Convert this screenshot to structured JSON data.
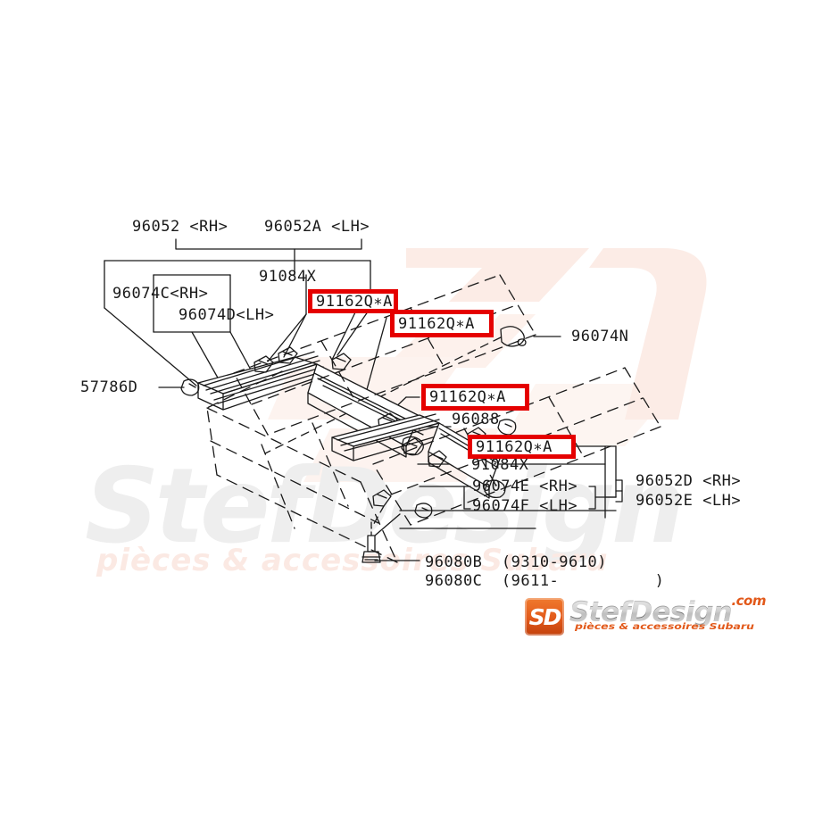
{
  "document": {
    "type": "automotive-parts-exploded-diagram",
    "subject": "Subaru sunroof / moonroof rail and bracket assembly",
    "highlight_color": "#e50000",
    "line_color": "#1a1a1a",
    "background": "#ffffff"
  },
  "labels": {
    "top_rh": "96052 <RH>",
    "top_lh": "96052A <LH>",
    "bracket_rh": "96074C<RH>",
    "bracket_lh": "96074D<LH>",
    "guide_top": "91084X",
    "left_pin": "57786D",
    "right_cable": "96074N",
    "center_part": "96088",
    "guide_bottom": "91084X",
    "lower_bracket_rh": "96074E <RH>",
    "lower_bracket_lh": "96074F <LH>",
    "assy_rh": "96052D <RH>",
    "assy_lh": "96052E <LH>",
    "screw_early": "96080B  (9310-9610)",
    "screw_late": "96080C  (9611-          )"
  },
  "highlighted": [
    {
      "id": "clip-1",
      "text": "91162Q∗A"
    },
    {
      "id": "clip-2",
      "text": "91162Q∗A"
    },
    {
      "id": "clip-3",
      "text": "91162Q∗A"
    },
    {
      "id": "clip-4",
      "text": "91162Q∗A"
    }
  ],
  "branding": {
    "monogram": "SD",
    "wordmark": "StefDesign",
    "tld": ".com",
    "tagline": "pièces & accessoires Subaru"
  },
  "watermark": {
    "wordmark": "StefDesign",
    "tagline": "pièces & accessoires Subaru"
  }
}
